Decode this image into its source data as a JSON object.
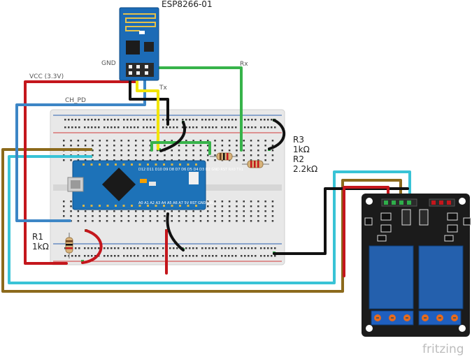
{
  "labels": {
    "esp_title": "ESP8266-01",
    "gnd": "GND",
    "vcc": "VCC (3.3V)",
    "ch_pd": "CH_PD",
    "tx": "Tx",
    "rx": "Rx",
    "r1": "R1",
    "r1_val": "1kΩ",
    "r2": "R2",
    "r2_val": "2.2kΩ",
    "r3": "R3",
    "r3_val": "1kΩ",
    "watermark": "fritzing"
  },
  "colors": {
    "wire_red": "#c4161c",
    "wire_blue": "#3d86c6",
    "wire_black": "#111111",
    "wire_yellow": "#f2e400",
    "wire_green": "#37b34a",
    "wire_cyan": "#39c3d6",
    "wire_brown": "#8c6a1c",
    "breadboard": "#e6e6e6",
    "pin_green": "#2fae4a",
    "nano_blue": "#1d72b8",
    "esp_blue": "#1c6bb6",
    "relay_blue": "#2460ad",
    "relay_board": "#1b1b1b"
  },
  "icons": {
    "esp_module": "esp8266-01-module",
    "nano_board": "arduino-nano-board",
    "relay_module": "two-channel-relay-module",
    "resistor": "resistor"
  }
}
